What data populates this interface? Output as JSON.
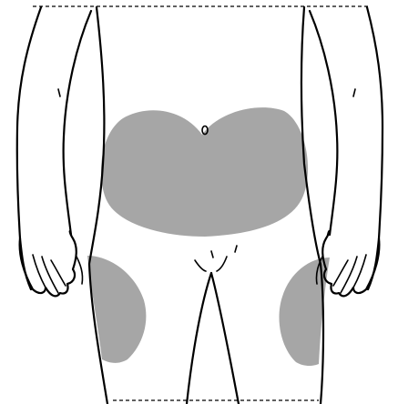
{
  "figure": {
    "background_color": "#ffffff",
    "line_color": "#000000",
    "shade_color": "#a6a6a6",
    "regions": [
      {
        "name": "abdomen"
      },
      {
        "name": "left-thigh"
      },
      {
        "name": "right-thigh"
      }
    ]
  }
}
